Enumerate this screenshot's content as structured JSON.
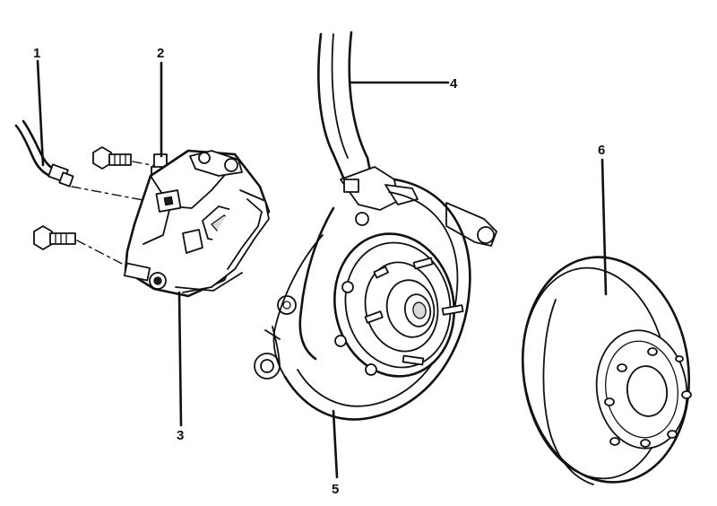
{
  "callouts": {
    "c1": "1",
    "c2": "2",
    "c3": "3",
    "c4": "4",
    "c5": "5",
    "c6": "6"
  },
  "colors": {
    "ink": "#111111",
    "paper": "#ffffff"
  }
}
